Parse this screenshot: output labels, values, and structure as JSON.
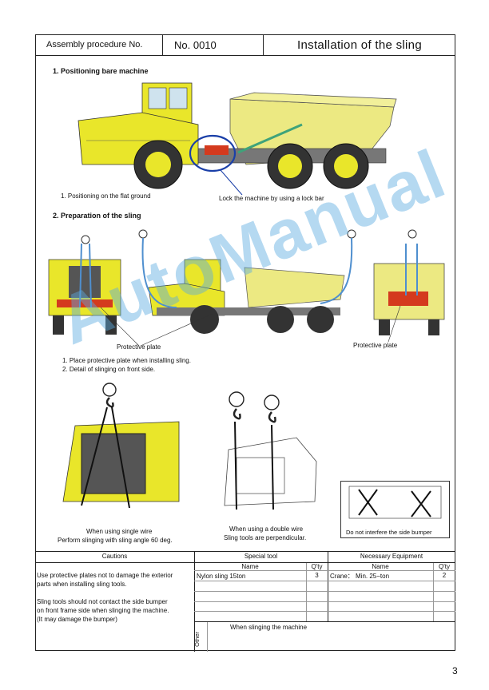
{
  "header": {
    "assembly_label": "Assembly procedure No.",
    "number": "No. 0010",
    "title": "Installation of the sling"
  },
  "section1": {
    "heading": "1. Positioning bare machine",
    "caption_left": "1. Positioning on the flat ground",
    "caption_right": "Lock the machine by using a lock bar"
  },
  "section2": {
    "heading": "2. Preparation of the sling",
    "protective_left": "Protective plate",
    "protective_right": "Protective plate",
    "step1": "1. Place protective plate when installing sling.",
    "step2": "2. Detail of slinging on front side."
  },
  "details": {
    "single_line1": "When using single wire",
    "single_line2": "Perform slinging with sling angle 60 deg.",
    "double_line1": "When using a double wire",
    "double_line2": "Sling tools are perpendicular.",
    "bumper": "Do not interfere the side bumper"
  },
  "watermark": "AutoManual",
  "table": {
    "cautions_header": "Cautions",
    "special_tool_header": "Special tool",
    "equipment_header": "Necessary Equipment",
    "name_label": "Name",
    "qty_label": "Q'ty",
    "equip_name_label": "Name",
    "equip_qty_label": "Q'ty",
    "caution1_line1": "Use protective plates not to damage the exterior",
    "caution1_line2": "parts when installing sling tools.",
    "caution2_line1": "Sling tools should not contact the side bumper",
    "caution2_line2": "on front frame side when slinging the machine.",
    "caution2_line3": "(It may damage the bumper)",
    "tool_name": "Nylon sling  15ton",
    "tool_qty": "3",
    "equip_name": "Crane： Min. 25−ton",
    "equip_qty": "2",
    "other_label": "Other",
    "other_text": "When slinging the machine"
  },
  "page_number": "3",
  "colors": {
    "machine_yellow": "#e9e62a",
    "sling_blue": "#4f8fcf",
    "lock_circle": "#1a3fa8",
    "protect_red": "#d43a1e"
  }
}
